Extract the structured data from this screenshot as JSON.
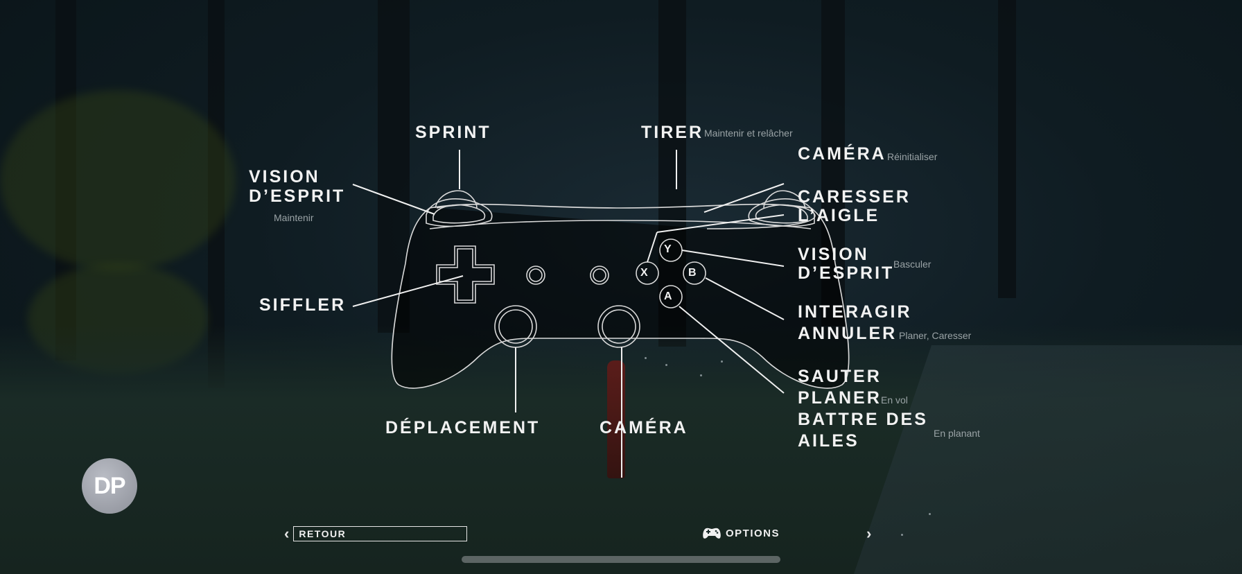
{
  "labels": {
    "sprint": "SPRINT",
    "tirer": "TIRER",
    "tirer_sub": "Maintenir et relâcher",
    "camera_top": "CAMÉRA",
    "camera_top_sub": "Réinitialiser",
    "vision_left_1": "VISION",
    "vision_left_2": "D’ESPRIT",
    "vision_left_sub": "Maintenir",
    "caresser_1": "CARESSER",
    "caresser_2": "L’AIGLE",
    "vision_right_1": "VISION",
    "vision_right_2": "D’ESPRIT",
    "vision_right_sub": "Basculer",
    "siffler": "SIFFLER",
    "interagir": "INTERAGIR",
    "annuler": "ANNULER",
    "annuler_sub": "Planer, Caresser",
    "sauter": "SAUTER",
    "planer": "PLANER",
    "planer_sub": "En vol",
    "battre_1": "BATTRE DES",
    "battre_2": "AILES",
    "battre_sub": "En planant",
    "deplacement": "DÉPLACEMENT",
    "camera_bottom": "CAMÉRA"
  },
  "buttons": {
    "y": "Y",
    "x": "X",
    "b": "B",
    "a": "A"
  },
  "avatar": {
    "initials": "DP"
  },
  "nav": {
    "back_label": "RETOUR",
    "options_label": "OPTIONS"
  },
  "icons": {
    "back": "chevron-left-icon",
    "next": "chevron-right-icon",
    "options": "gamepad-icon"
  },
  "colors": {
    "text": "#f2f2f2",
    "subtext": "#9aa3a6",
    "outline": "#d9d9d9"
  }
}
